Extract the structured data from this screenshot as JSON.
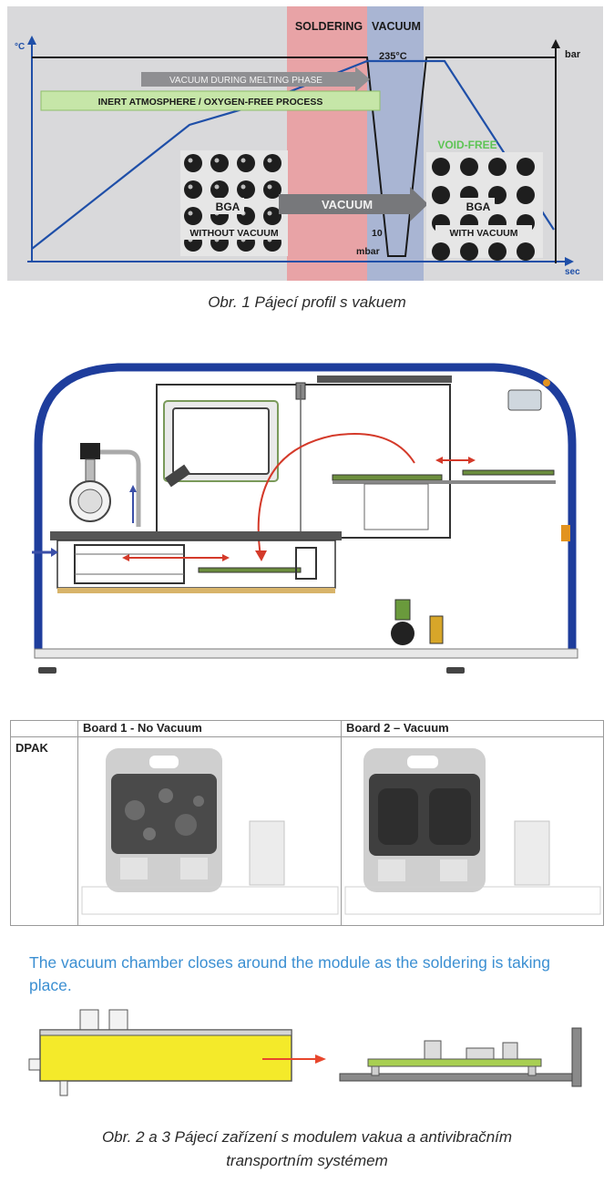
{
  "figure1": {
    "header_left": "SOLDERING",
    "header_right": "VACUUM",
    "y_axis_left": "°C",
    "y_axis_right": "bar",
    "x_axis": "sec",
    "peak_temp": "235°C",
    "pressure_value": "10",
    "pressure_unit": "mbar",
    "banner_vacuum_melting": "VACUUM DURING MELTING PHASE",
    "banner_inert": "INERT ATMOSPHERE / OXYGEN-FREE PROCESS",
    "arrow_label": "VACUUM",
    "void_free": "VOID-FREE",
    "bga_left": "BGA",
    "bga_left_caption": "WITHOUT VACUUM",
    "bga_right": "BGA",
    "bga_right_caption": "WITH VACUUM",
    "colors": {
      "profile": "#1f4fa8",
      "soldering_zone": "#e8a3a6",
      "vacuum_zone": "#a9b5d3",
      "banner_green": "#c6e6a8",
      "void_free": "#5dc454"
    }
  },
  "caption1": "Obr. 1  Pájecí profil s vakuem",
  "xray": {
    "col1": "Board 1 - No Vacuum",
    "col2": "Board 2 – Vacuum",
    "row_label": "DPAK"
  },
  "chamber_text": "The vacuum chamber closes around the module as the soldering is taking place.",
  "caption2_line1": "Obr. 2 a 3  Pájecí zařízení s modulem vakua a antivibračním",
  "caption2_line2": "transportním systémem"
}
